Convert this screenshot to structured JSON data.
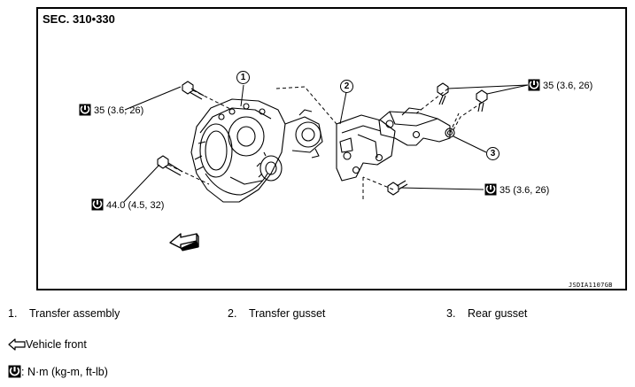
{
  "section": "SEC. 310•330",
  "image_code": "JSDIA1107GB",
  "callouts": [
    "1",
    "2",
    "3"
  ],
  "torques": {
    "upper_left": "35 (3.6, 26)",
    "lower_left": "44.0 (4.5, 32)",
    "upper_right": "35 (3.6, 26)",
    "lower_right": "35 (3.6, 26)"
  },
  "legend": [
    {
      "num": "1.",
      "label": "Transfer assembly"
    },
    {
      "num": "2.",
      "label": "Transfer gusset"
    },
    {
      "num": "3.",
      "label": "Rear gusset"
    }
  ],
  "notes": {
    "vehicle_front": "Vehicle front",
    "torque_units": ": N·m (kg-m, ft-lb)"
  },
  "icons": [
    "torque-wrench-icon",
    "vehicle-front-arrow-icon"
  ]
}
